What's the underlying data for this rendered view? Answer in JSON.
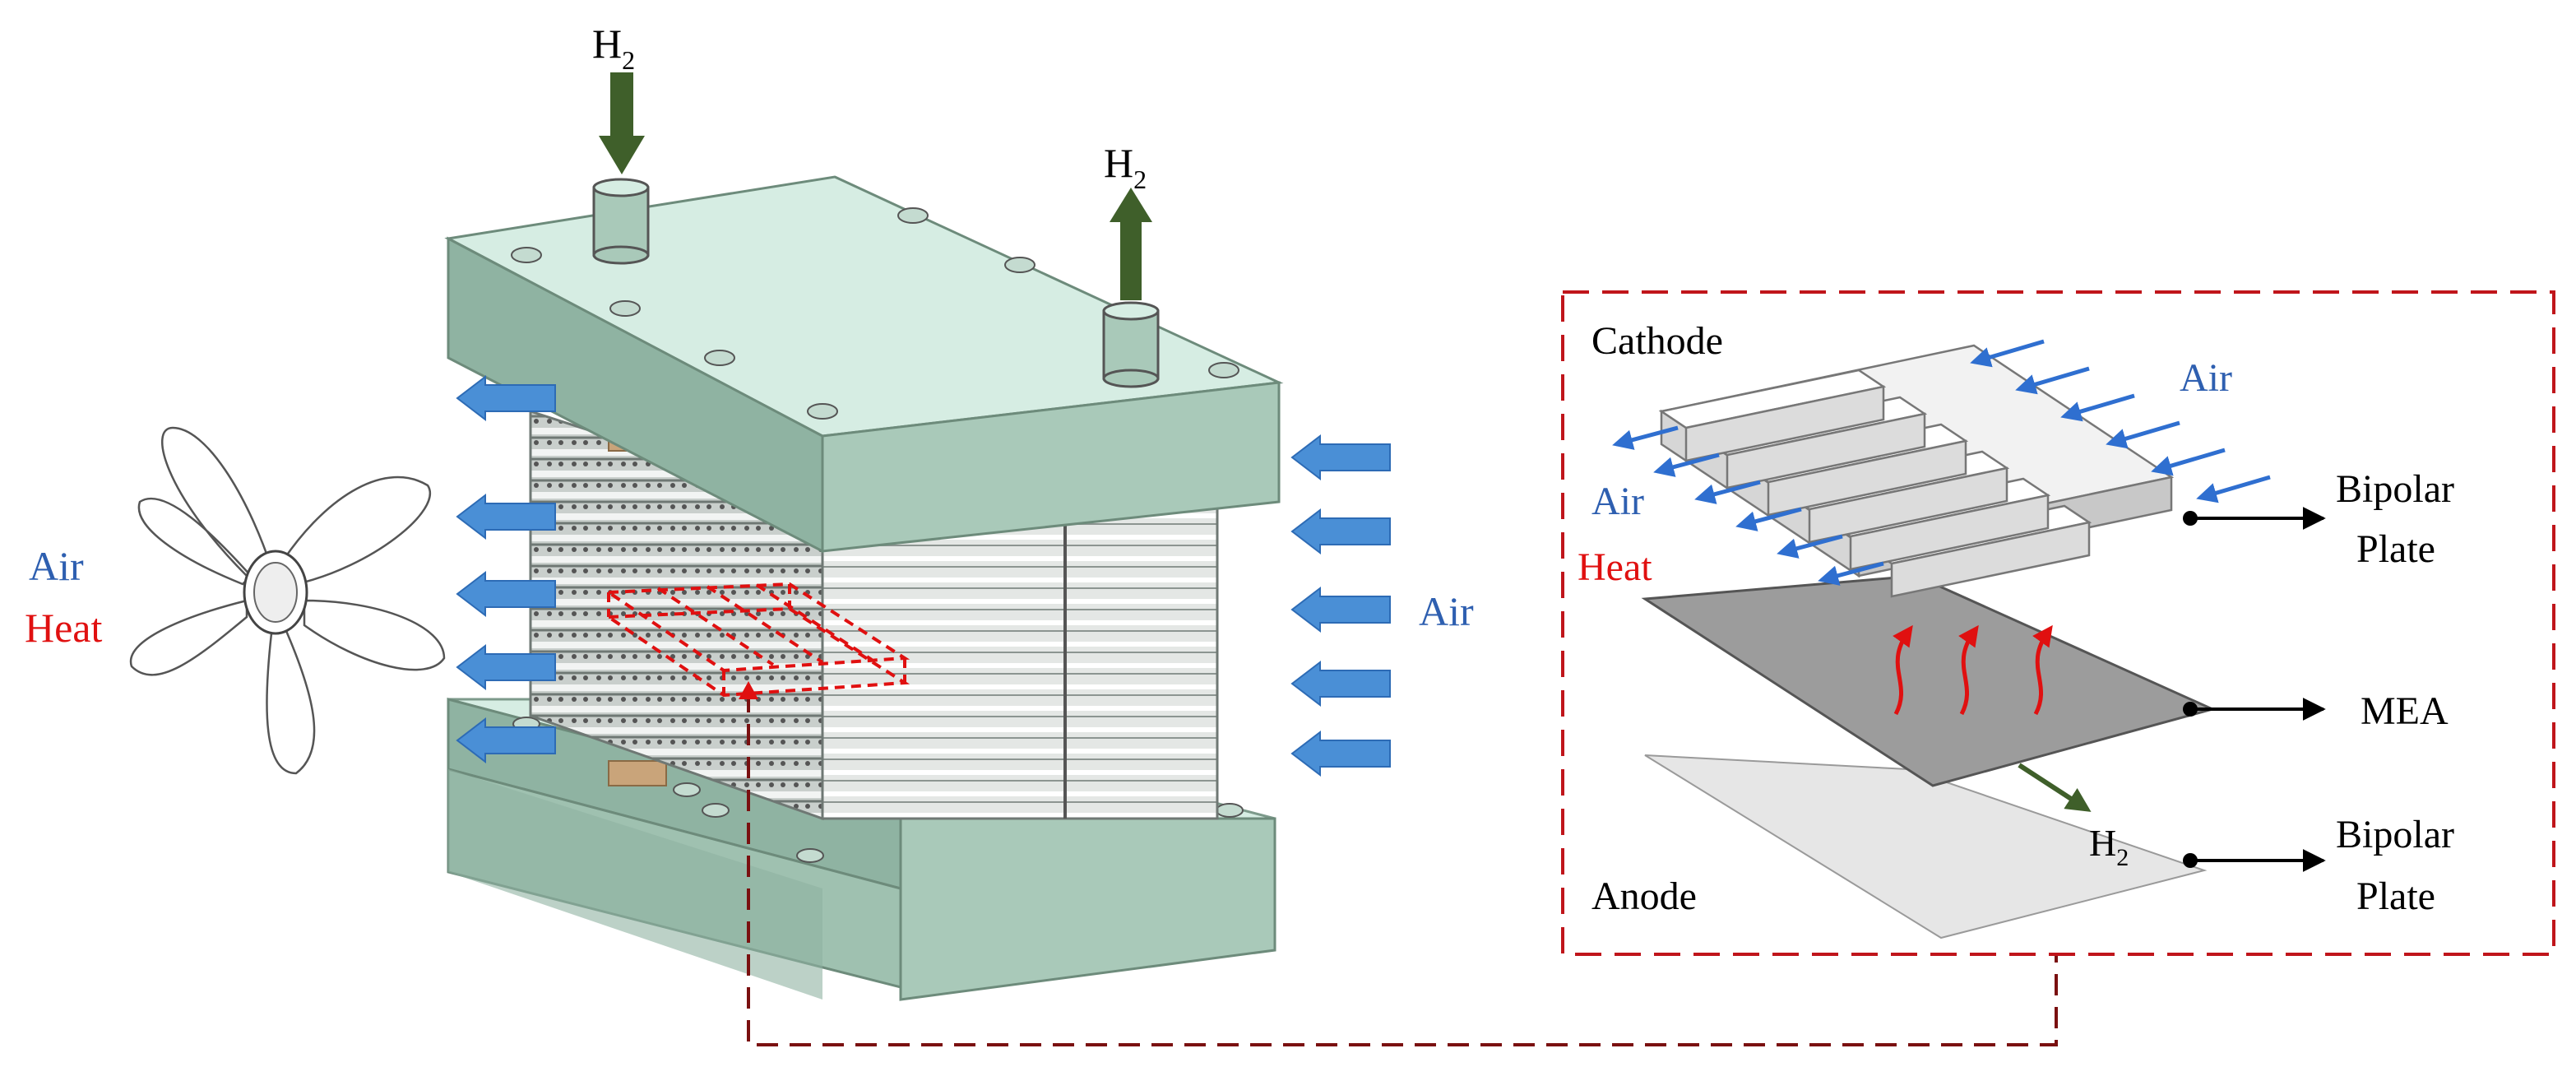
{
  "stack": {
    "h2_in_label": "H",
    "h2_in_sub": "2",
    "h2_out_label": "H",
    "h2_out_sub": "2",
    "fan_air_label": "Air",
    "fan_heat_label": "Heat",
    "right_air_label": "Air"
  },
  "detail": {
    "cathode_label": "Cathode",
    "air_top_label": "Air",
    "air_left_label": "Air",
    "heat_label": "Heat",
    "anode_label": "Anode",
    "h2_label": "H",
    "h2_sub": "2",
    "bipolar_top_line1": "Bipolar",
    "bipolar_top_line2": "Plate",
    "mea_label": "MEA",
    "bipolar_bottom_line1": "Bipolar",
    "bipolar_bottom_line2": "Plate"
  },
  "colors": {
    "plate_green": "#a9c9b9",
    "plate_top": "#d6ede3",
    "h2_arrow": "#3f5f2a",
    "air_arrow": "#4a8fd6",
    "air_text": "#2e5fb0",
    "heat_text": "#e01010",
    "dashed_box": "#c0151b",
    "connector": "#7a1010",
    "mea_gray": "#9c9c9c",
    "plate_light": "#e6e6e6"
  }
}
